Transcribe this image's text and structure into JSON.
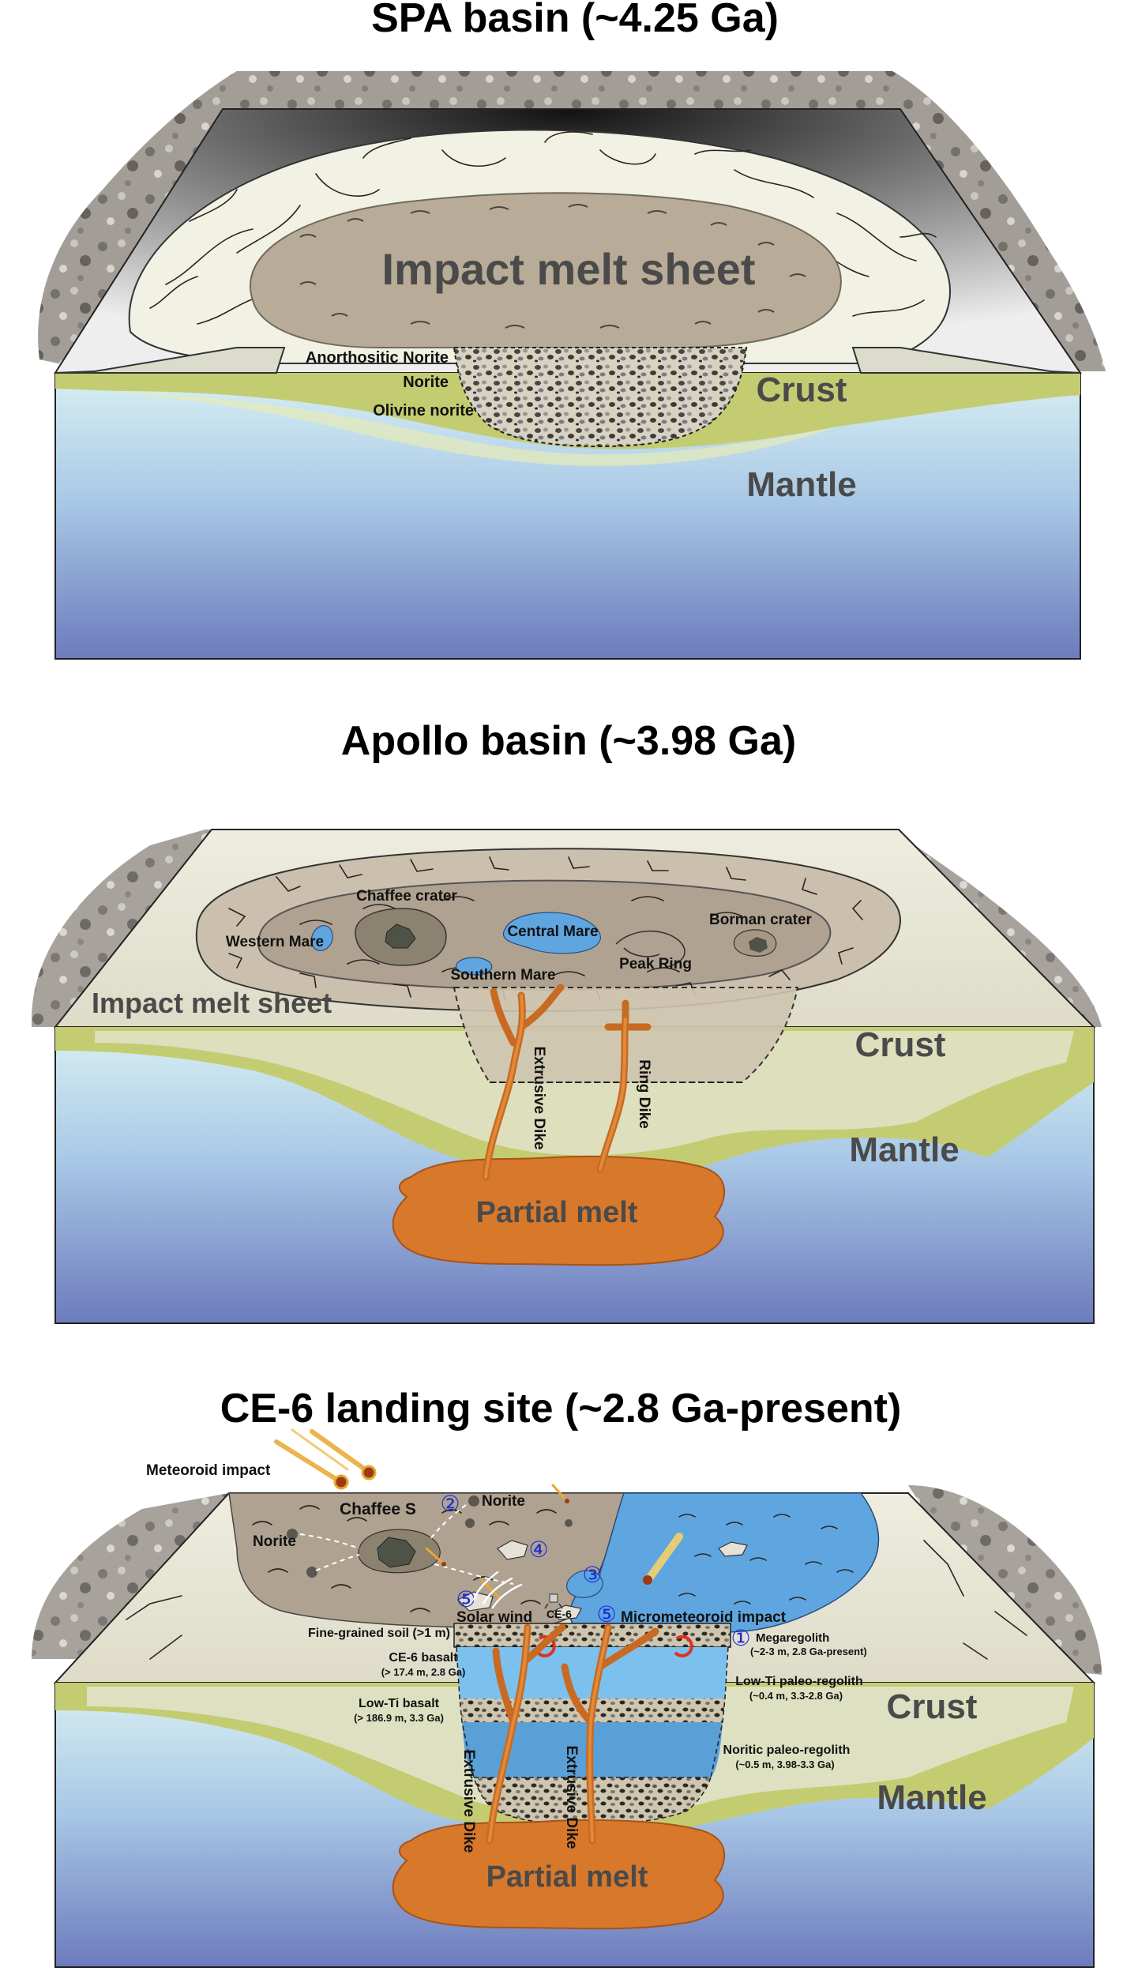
{
  "panel1": {
    "title": "SPA basin (~4.25 Ga)",
    "center_label": "Impact melt sheet",
    "crust": "Crust",
    "mantle": "Mantle",
    "layers": [
      "Anorthositic Norite",
      "Norite",
      "Olivine norite"
    ]
  },
  "panel2": {
    "title": "Apollo basin (~3.98 Ga)",
    "impact_melt": "Impact melt sheet",
    "crust": "Crust",
    "mantle": "Mantle",
    "partial_melt": "Partial melt",
    "features": {
      "chaffee": "Chaffee crater",
      "western_mare": "Western Mare",
      "central_mare": "Central Mare",
      "southern_mare": "Southern Mare",
      "peak_ring": "Peak Ring",
      "borman": "Borman crater",
      "extrusive_dike": "Extrusive Dike",
      "ring_dike": "Ring Dike"
    }
  },
  "panel3": {
    "title": "CE-6 landing site (~2.8 Ga-present)",
    "crust": "Crust",
    "mantle": "Mantle",
    "partial_melt": "Partial melt",
    "meteoroid_impact": "Meteoroid impact",
    "chaffee_s": "Chaffee S",
    "norite_left": "Norite",
    "norite_right": "Norite",
    "ce6_marker": "CE-6",
    "solar_wind": "Solar wind",
    "micrometeoroid": "Micrometeoroid impact",
    "extrusive_dike": "Extrusive Dike",
    "numbers": {
      "n1": "①",
      "n2": "②",
      "n3": "③",
      "n4": "④",
      "n5a": "⑤",
      "n5b": "⑤"
    },
    "left_layers": {
      "fine_soil": "Fine-grained soil (>1 m)",
      "ce6_basalt": "CE-6 basalt",
      "ce6_basalt_detail": "(> 17.4 m, 2.8 Ga)",
      "lowti_basalt": "Low-Ti basalt",
      "lowti_basalt_detail": "(> 186.9 m, 3.3 Ga)"
    },
    "right_layers": {
      "megaregolith": "Megaregolith",
      "megaregolith_detail": "(~2-3 m, 2.8 Ga-present)",
      "lowti_paleo": "Low-Ti paleo-regolith",
      "lowti_paleo_detail": "(~0.4 m, 3.3-2.8 Ga)",
      "noritic_paleo": "Noritic paleo-regolith",
      "noritic_paleo_detail": "(~0.5 m, 3.98-3.3 Ga)"
    }
  },
  "colors": {
    "mantle_top": "#d6eef2",
    "mantle_bottom": "#6f7fc0",
    "crust": "#c4cc72",
    "ejecta_white": "#f1f1e4",
    "melt_brown": "#b3a593",
    "rim_grey": "#e4e2d4",
    "mare_blue": "#5fa6e0",
    "partial_melt": "#d8782b",
    "number_blue": "#1a2cd6",
    "ring_red": "#e03020"
  }
}
